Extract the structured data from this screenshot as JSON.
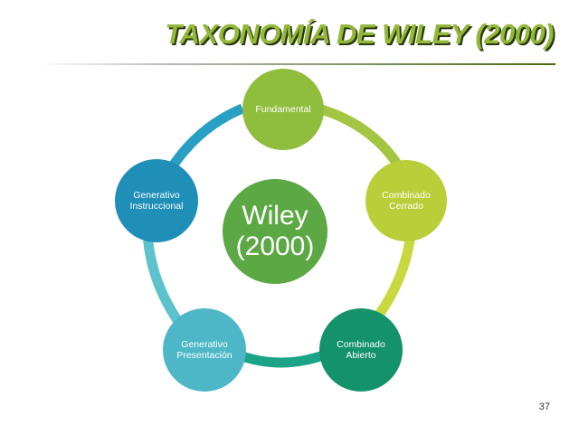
{
  "title": "TAXONOMÍA DE WILEY (2000)",
  "center": {
    "line1": "Wiley",
    "line2": "(2000)",
    "color": "#5ca844"
  },
  "nodes": [
    {
      "line1": "Fundamental",
      "line2": "",
      "color": "#8fbd3c"
    },
    {
      "line1": "Combinado",
      "line2": "Cerrado",
      "color": "#b9cf3a"
    },
    {
      "line1": "Combinado",
      "line2": "Abierto",
      "color": "#14926a"
    },
    {
      "line1": "Generativo",
      "line2": "Presentación",
      "color": "#4db7c7"
    },
    {
      "line1": "Generativo",
      "line2": "Instruccional",
      "color": "#1f8fb8"
    }
  ],
  "ring_colors": [
    "#a3c541",
    "#c8d83f",
    "#1aa386",
    "#5cc2cb",
    "#2a9fc4"
  ],
  "page_number": "37"
}
